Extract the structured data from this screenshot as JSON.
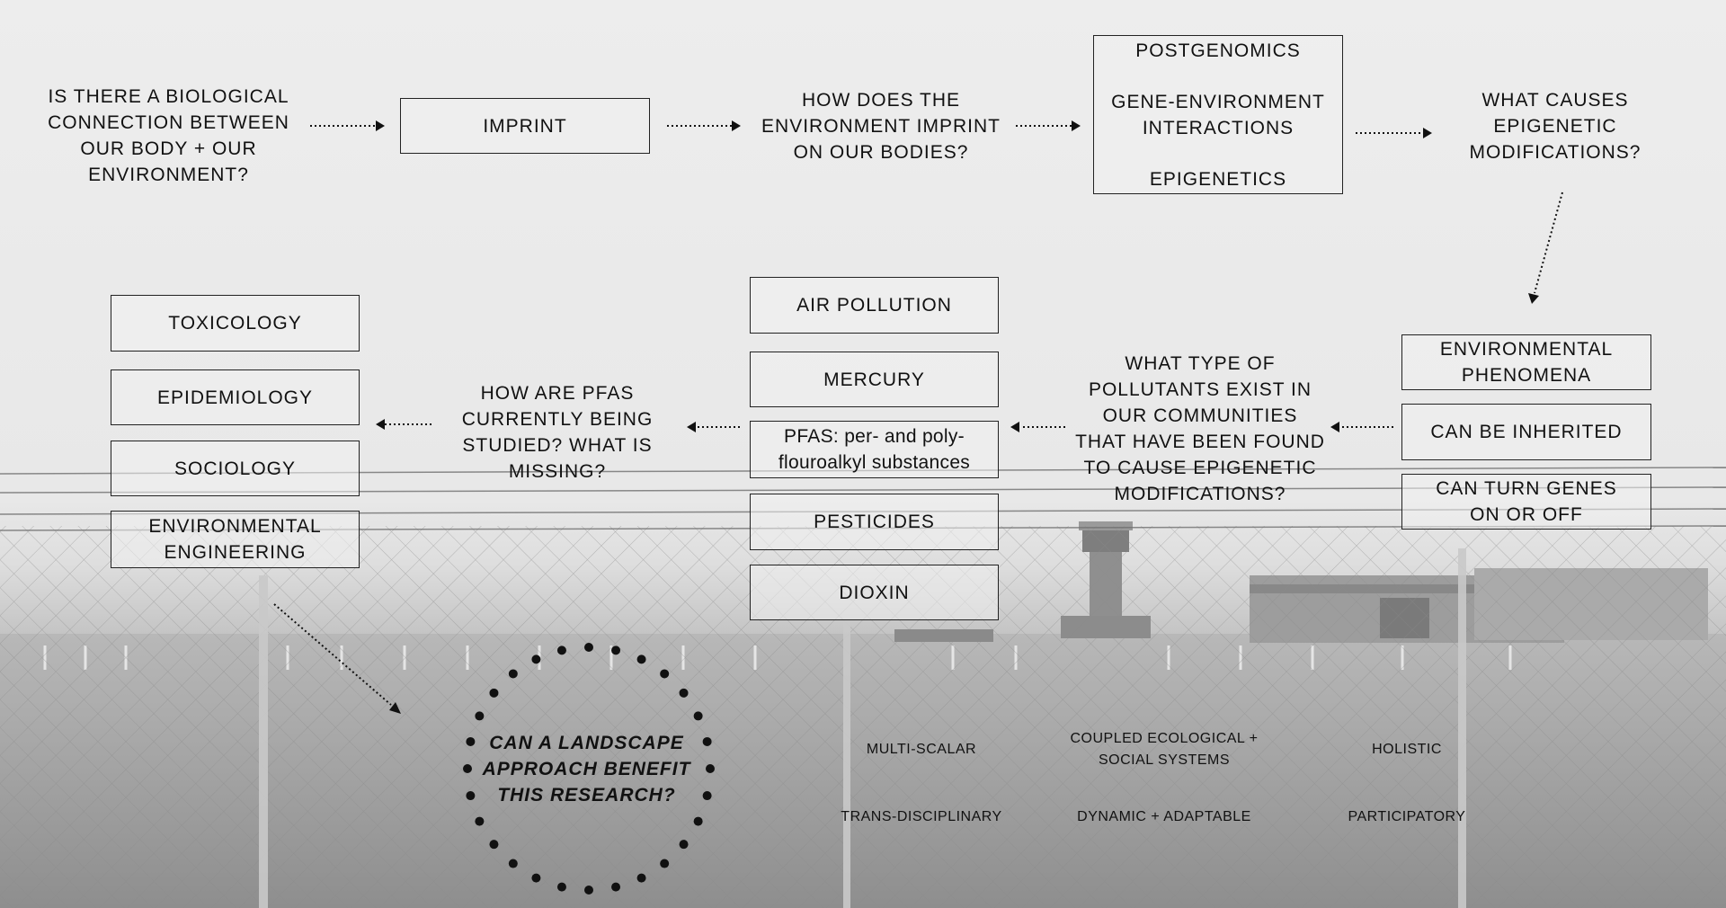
{
  "q1": {
    "l1": "IS THERE A BIOLOGICAL",
    "l2": "CONNECTION BETWEEN",
    "l3": "OUR BODY + OUR",
    "l4": "ENVIRONMENT?"
  },
  "imprint": "IMPRINT",
  "q2": {
    "l1": "HOW DOES THE",
    "l2": "ENVIRONMENT IMPRINT",
    "l3": "ON OUR BODIES?"
  },
  "fields": {
    "postgenomics": "POSTGENOMICS",
    "gei1": "GENE-ENVIRONMENT",
    "gei2": "INTERACTIONS",
    "epigenetics": "EPIGENETICS"
  },
  "q3": {
    "l1": "WHAT CAUSES",
    "l2": "EPIGENETIC",
    "l3": "MODIFICATIONS?"
  },
  "causes": {
    "env1": "ENVIRONMENTAL",
    "env2": "PHENOMENA",
    "inherited": "CAN BE INHERITED",
    "turn1": "CAN TURN GENES",
    "turn2": "ON OR OFF"
  },
  "q4": {
    "l1": "WHAT TYPE OF",
    "l2": "POLLUTANTS EXIST IN",
    "l3": "OUR COMMUNITIES",
    "l4": "THAT HAVE BEEN FOUND",
    "l5": "TO CAUSE EPIGENETIC",
    "l6": "MODIFICATIONS?"
  },
  "pollutants": {
    "air": "AIR POLLUTION",
    "mercury": "MERCURY",
    "pfas1": "PFAS: per- and poly-",
    "pfas2": "flouroalkyl substances",
    "pesticides": "PESTICIDES",
    "dioxin": "DIOXIN"
  },
  "q5": {
    "l1": "HOW ARE PFAS",
    "l2": "CURRENTLY BEING",
    "l3": "STUDIED? WHAT IS",
    "l4": "MISSING?"
  },
  "disciplines": {
    "toxicology": "TOXICOLOGY",
    "epidemiology": "EPIDEMIOLOGY",
    "sociology": "SOCIOLOGY",
    "enveng1": "ENVIRONMENTAL",
    "enveng2": "ENGINEERING"
  },
  "landscape_q": {
    "l1": "CAN A LANDSCAPE",
    "l2": "APPROACH BENEFIT",
    "l3": "THIS RESEARCH?"
  },
  "keywords": {
    "multiscalar": "MULTI-SCALAR",
    "coupled1": "COUPLED ECOLOGICAL +",
    "coupled2": "SOCIAL SYSTEMS",
    "holistic": "HOLISTIC",
    "trans": "TRANS-DISCIPLINARY",
    "dynamic": "DYNAMIC + ADAPTABLE",
    "participatory": "PARTICIPATORY"
  }
}
